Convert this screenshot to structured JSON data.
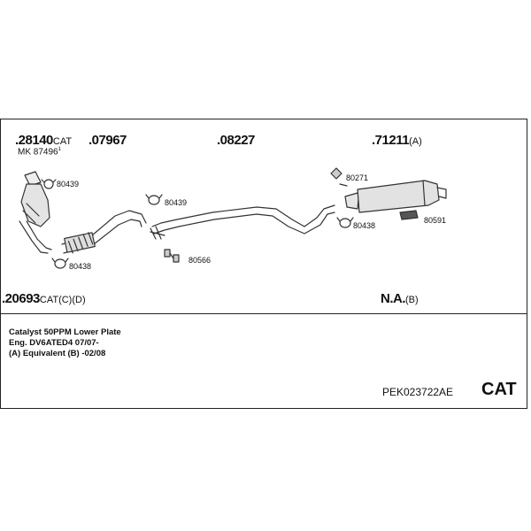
{
  "parts": {
    "p28140": {
      "number": ".28140",
      "suffix": "CAT"
    },
    "p87496": "MK 87496",
    "p87496_note": "1",
    "p07967": ".07967",
    "p08227": ".08227",
    "p71211": {
      "number": ".71211",
      "suffix": "(A)"
    },
    "p20693": {
      "number": ".20693",
      "suffix": "CAT(C)(D)"
    },
    "na": {
      "number": "N.A.",
      "suffix": "(B)"
    }
  },
  "callouts": {
    "c80439a": "80439",
    "c80438a": "80438",
    "c80439b": "80439",
    "c80566": "80566",
    "c80271": "80271",
    "c80438b": "80438",
    "c80591": "80591"
  },
  "notes": {
    "line1": "Catalyst 50PPM Lower Plate",
    "line2": "Eng. DV6ATED4   07/07-",
    "line3": "(A) Equivalent (B) -02/08"
  },
  "footer": {
    "code": "PEK023722AE",
    "cat": "CAT"
  }
}
